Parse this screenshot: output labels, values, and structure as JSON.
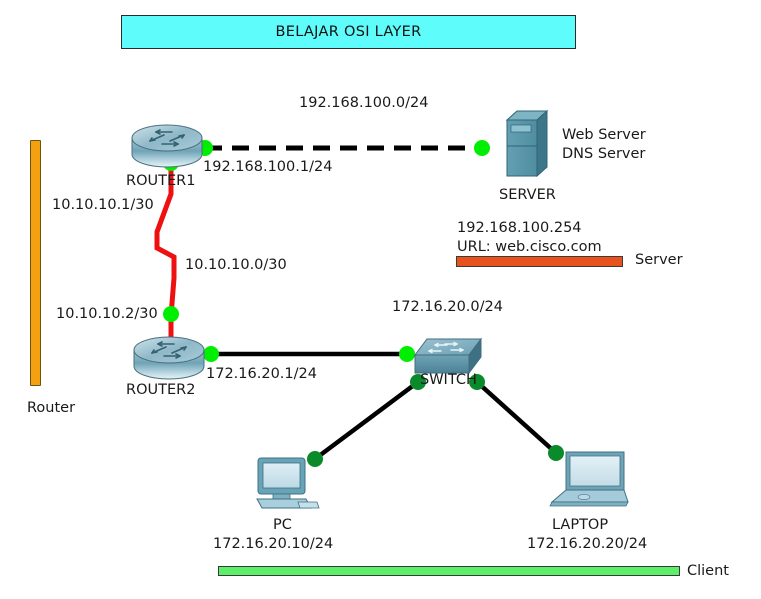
{
  "title_banner": {
    "text": "BELAJAR OSI LAYER"
  },
  "networks": {
    "wan_ethernet": "192.168.100.0/24",
    "serial": "10.10.10.0/30",
    "lan": "172.16.20.0/24"
  },
  "devices": {
    "router1": {
      "name": "ROUTER1",
      "icon": "router-icon",
      "interfaces": {
        "ethernet": "192.168.100.1/24",
        "serial": "10.10.10.1/30"
      }
    },
    "router2": {
      "name": "ROUTER2",
      "icon": "router-icon",
      "interfaces": {
        "serial": "10.10.10.2/30",
        "ethernet": "172.16.20.1/24"
      }
    },
    "switch": {
      "name": "SWITCH",
      "icon": "switch-icon"
    },
    "server": {
      "name": "SERVER",
      "icon": "server-icon",
      "role_line1": "Web Server",
      "role_line2": "DNS Server",
      "ip": "192.168.100.254",
      "url": "URL: web.cisco.com"
    },
    "pc": {
      "name": "PC",
      "icon": "desktop-pc-icon",
      "ip": "172.16.20.10/24"
    },
    "laptop": {
      "name": "LAPTOP",
      "icon": "laptop-icon",
      "ip": "172.16.20.20/24"
    }
  },
  "legend": {
    "router": {
      "label": "Router",
      "color": "#f5a010",
      "orientation": "vertical"
    },
    "server": {
      "label": "Server",
      "color": "#e8521e",
      "orientation": "horizontal"
    },
    "client": {
      "label": "Client",
      "color": "#5cf06a",
      "orientation": "horizontal"
    }
  },
  "colors": {
    "banner_fill": "#5ffcfc",
    "link_black": "#000000",
    "link_serial_red": "#ee1111",
    "node_dot_bright": "#00ee00",
    "node_dot_dark": "#0a8a2a",
    "device_teal": "#4a93a8",
    "text": "#1a1a1a"
  }
}
